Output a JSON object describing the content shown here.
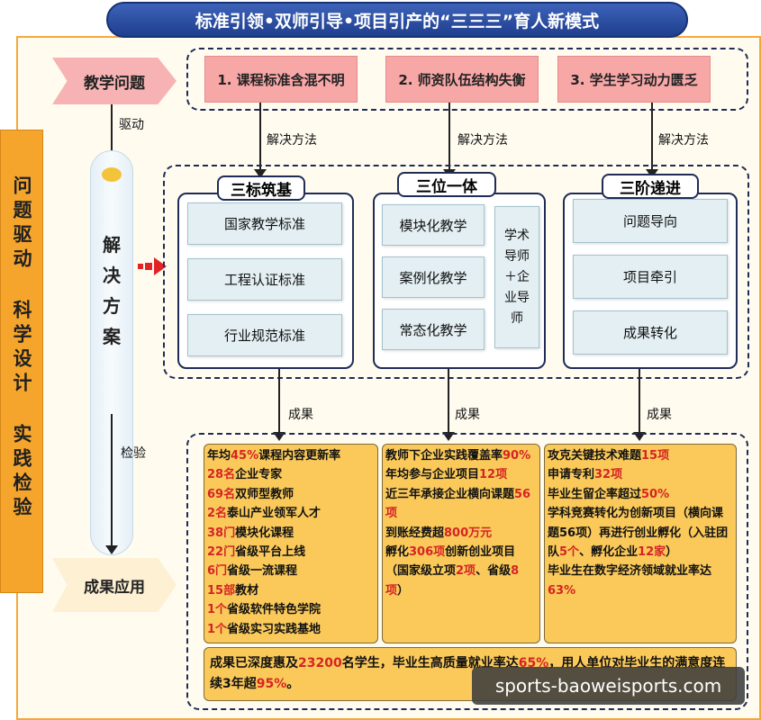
{
  "title": "标准引领•双师引导•项目引产的“三三三”育人新模式",
  "side_band": "问题驱动 科学设计 实践检验",
  "left_flow": {
    "problem_tag": "教学问题",
    "drive": "驱动",
    "solution": "解决方案",
    "check": "检验",
    "result_tag": "成果应用"
  },
  "problems": [
    "1. 课程标准含混不明",
    "2. 师资队伍结构失衡",
    "3. 学生学习动力匮乏"
  ],
  "solve_label": "解决方法",
  "outcome_label": "成果",
  "groups": [
    {
      "title": "三标筑基",
      "items": [
        "国家教学标准",
        "工程认证标准",
        "行业规范标准"
      ]
    },
    {
      "title": "三位一体",
      "items": [
        "模块化教学",
        "案例化教学",
        "常态化教学"
      ],
      "side": "学术导师＋企业导师"
    },
    {
      "title": "三阶递进",
      "items": [
        "问题导向",
        "项目牵引",
        "成果转化"
      ]
    }
  ],
  "results": [
    [
      [
        [
          "年均",
          0
        ],
        [
          "45%",
          1
        ],
        [
          "课程内容更新率",
          0
        ]
      ],
      [
        [
          "28名",
          1
        ],
        [
          "企业专家",
          0
        ]
      ],
      [
        [
          "69名",
          1
        ],
        [
          "双师型教师",
          0
        ]
      ],
      [
        [
          "2名",
          1
        ],
        [
          "泰山产业领军人才",
          0
        ]
      ],
      [
        [
          "38门",
          1
        ],
        [
          "模块化课程",
          0
        ]
      ],
      [
        [
          "22门",
          1
        ],
        [
          "省级平台上线",
          0
        ]
      ],
      [
        [
          "6门",
          1
        ],
        [
          "省级一流课程",
          0
        ]
      ],
      [
        [
          "15部",
          1
        ],
        [
          "教材",
          0
        ]
      ],
      [
        [
          "1个",
          1
        ],
        [
          "省级软件特色学院",
          0
        ]
      ],
      [
        [
          "1个",
          1
        ],
        [
          "省级实习实践基地",
          0
        ]
      ]
    ],
    [
      [
        [
          "教师下企业实践覆盖率",
          0
        ],
        [
          "90%",
          1
        ]
      ],
      [
        [
          "年均参与企业项目",
          0
        ],
        [
          "12项",
          1
        ]
      ],
      [
        [
          "近三年承接企业横向课题",
          0
        ],
        [
          "56项",
          1
        ]
      ],
      [
        [
          "到账经费超",
          0
        ],
        [
          "800万元",
          1
        ]
      ],
      [
        [
          "孵化",
          0
        ],
        [
          "306项",
          1
        ],
        [
          "创新创业项目（国家级立项",
          0
        ],
        [
          "2项",
          1
        ],
        [
          "、省级",
          0
        ],
        [
          "8项",
          1
        ],
        [
          "）",
          0
        ]
      ]
    ],
    [
      [
        [
          "攻克关键技术难题",
          0
        ],
        [
          "15项",
          1
        ]
      ],
      [
        [
          "申请专利",
          0
        ],
        [
          "32项",
          1
        ]
      ],
      [
        [
          "毕业生留企率超过",
          0
        ],
        [
          "50%",
          1
        ]
      ],
      [
        [
          "学科竞赛转化为创新项目（横向课题56项）再进行创业孵化（入驻团队",
          0
        ],
        [
          "5个",
          1
        ],
        [
          "、孵化企业",
          0
        ],
        [
          "12家",
          1
        ],
        [
          "）",
          0
        ]
      ],
      [
        [
          "毕业生在数字经济领域就业率达",
          0
        ],
        [
          "63%",
          1
        ]
      ]
    ]
  ],
  "summary": [
    [
      "成果已深度惠及",
      0
    ],
    [
      "23200",
      1
    ],
    [
      "名学生，毕业生高质量就业率达",
      0
    ],
    [
      "65%",
      1
    ],
    [
      "，用人单位对毕业生的满意度连续3年超",
      0
    ],
    [
      "95%",
      1
    ],
    [
      "。",
      0
    ]
  ],
  "watermark": "sports-baoweisports.com"
}
